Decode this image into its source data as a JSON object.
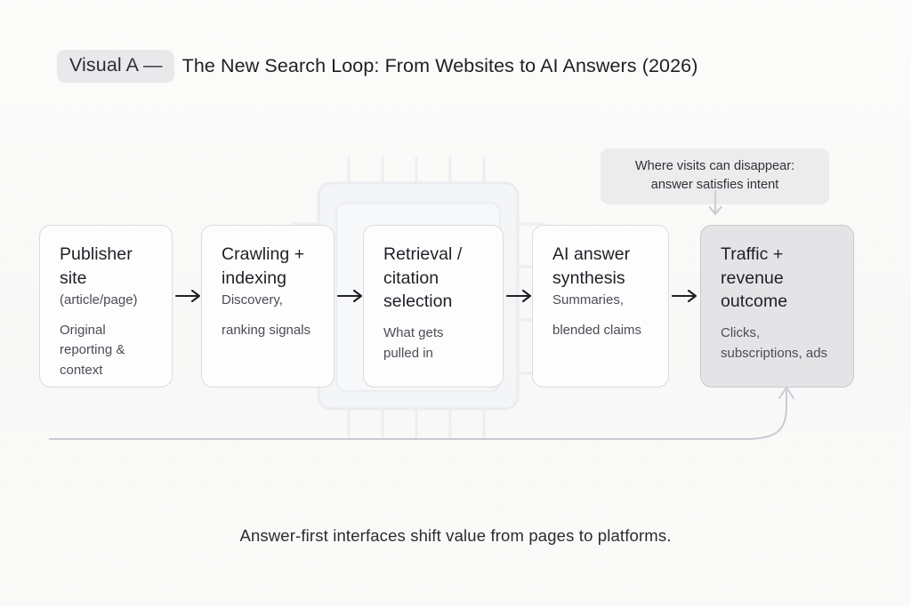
{
  "title": {
    "badge": "Visual A —",
    "heading": "The New Search Loop: From Websites to AI Answers (2026)"
  },
  "callout": {
    "line1": "Where visits can disappear:",
    "line2": "answer satisfies intent",
    "arrow_icon": "arrow-down-icon"
  },
  "flow": {
    "connector_icon": "arrow-right-icon",
    "loop_icon": "curved-feedback-arrow-icon",
    "nodes": [
      {
        "title": "Publisher\nsite",
        "sub1": "(article/page)",
        "sub2": "Original\nreporting &\ncontext",
        "highlight": false
      },
      {
        "title": "Crawling +\nindexing",
        "sub1": "Discovery,",
        "sub2": "ranking signals",
        "highlight": false
      },
      {
        "title": "Retrieval /\ncitation\nselection",
        "sub1": "What gets\npulled in",
        "sub2": "",
        "highlight": false
      },
      {
        "title": "AI answer\nsynthesis",
        "sub1": "Summaries,",
        "sub2": "blended claims",
        "highlight": false
      },
      {
        "title": "Traffic +\nrevenue\noutcome",
        "sub1": "Clicks,\nsubscriptions, ads",
        "sub2": "",
        "highlight": true
      }
    ]
  },
  "caption": "Answer-first interfaces shift value from pages to platforms.",
  "colors": {
    "background": "#fbfbfa",
    "node_fill": "#fdfdfd",
    "node_border": "#dcdcde",
    "highlight_fill": "#e4e4e6",
    "badge_fill": "#e9e9ec",
    "callout_fill": "#ececed",
    "text_primary": "#1e2026",
    "text_secondary": "#4a4d55",
    "loop_stroke": "#c7cbd4",
    "watermark": "#eef0f3"
  }
}
